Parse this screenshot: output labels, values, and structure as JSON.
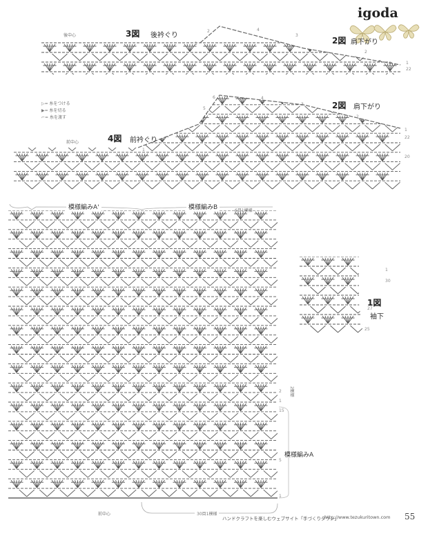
{
  "header": {
    "brand": "igoda"
  },
  "figures": {
    "fig3": {
      "num": "3図",
      "title": "後衿ぐり",
      "center": "後中心"
    },
    "fig2_top": {
      "num": "2図",
      "title": "肩下がり"
    },
    "fig2_mid": {
      "num": "2図",
      "title": "肩下がり"
    },
    "fig4": {
      "num": "4図",
      "title": "前衿ぐり",
      "center": "前中心"
    },
    "fig1": {
      "num": "1図",
      "title": "袖下"
    }
  },
  "legend": [
    {
      "symbol": "▷",
      "text": "= 糸をつける"
    },
    {
      "symbol": "▶",
      "text": "= 糸を切る"
    },
    {
      "symbol": "⌐",
      "text": "= 糸を渡す"
    }
  ],
  "body_chart": {
    "pattern_a_prime": "模様編みA'",
    "pattern_b": "模様編みB",
    "pattern_a": "模様編みA",
    "repeat_6": "6目1模様",
    "repeat_30": "30目1模様",
    "two_repeats": "2模様",
    "bottom_center": "前中心"
  },
  "row_numbers": {
    "fig3": [
      "2",
      "1",
      "3",
      "4",
      "2",
      "1",
      "22"
    ],
    "fig4": [
      "6",
      "5",
      "4",
      "3",
      "2",
      "1",
      "22",
      "20",
      "1"
    ],
    "fig1": [
      "1",
      "30",
      "27",
      "25"
    ],
    "body": [
      "2",
      "1",
      "15",
      "5",
      "1"
    ]
  },
  "footer": {
    "text": "ハンドクラフトを楽しむウェブサイト「手づくりタウン」",
    "url": "http://www.tezukuritown.com",
    "page": "55"
  }
}
